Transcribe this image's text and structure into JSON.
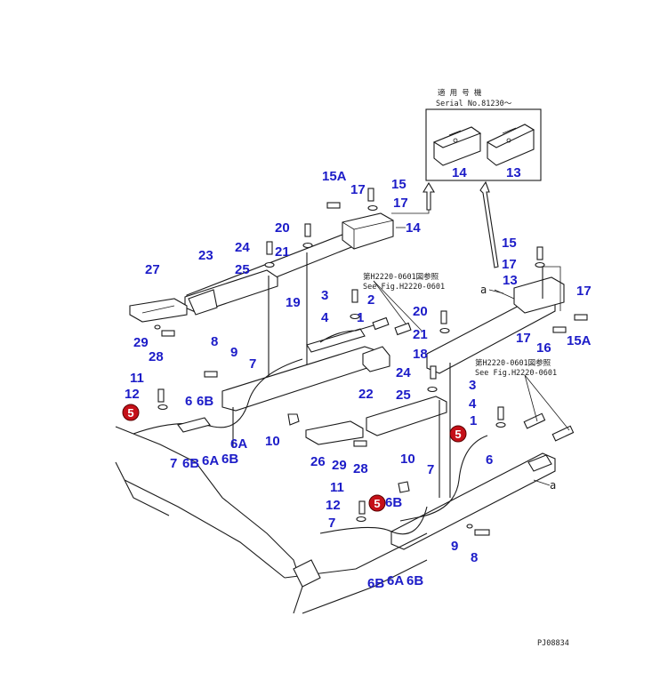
{
  "serial_box": {
    "line1": "適 用 号 機",
    "line2": "Serial No.81230～",
    "labels": [
      "14",
      "13"
    ]
  },
  "references": [
    {
      "line1": "第H2220-0601図参照",
      "line2": "See Fig.H2220-0601"
    },
    {
      "line1": "第H2220-0601図参照",
      "line2": "See Fig.H2220-0601"
    }
  ],
  "part_labels": [
    "15A",
    "17",
    "15",
    "17",
    "14",
    "20",
    "24",
    "21",
    "25",
    "27",
    "23",
    "19",
    "29",
    "28",
    "3",
    "4",
    "2",
    "1",
    "8",
    "9",
    "7",
    "11",
    "12",
    "6",
    "6B",
    "6A",
    "7",
    "6B",
    "6A",
    "6B",
    "10",
    "22",
    "24",
    "25",
    "26",
    "29",
    "28",
    "15",
    "17",
    "13",
    "17",
    "17",
    "16",
    "15A",
    "20",
    "21",
    "18",
    "3",
    "4",
    "1",
    "6",
    "10",
    "7",
    "11",
    "12",
    "6B",
    "7",
    "9",
    "8",
    "6B",
    "6A",
    "6B"
  ],
  "view_markers": [
    "a",
    "a"
  ],
  "badges": [
    "5",
    "5",
    "5"
  ],
  "code": "PJ08834",
  "colors": {
    "label": "#1c1cc8",
    "badge": "#c51018",
    "ink": "#1a1a1a"
  }
}
